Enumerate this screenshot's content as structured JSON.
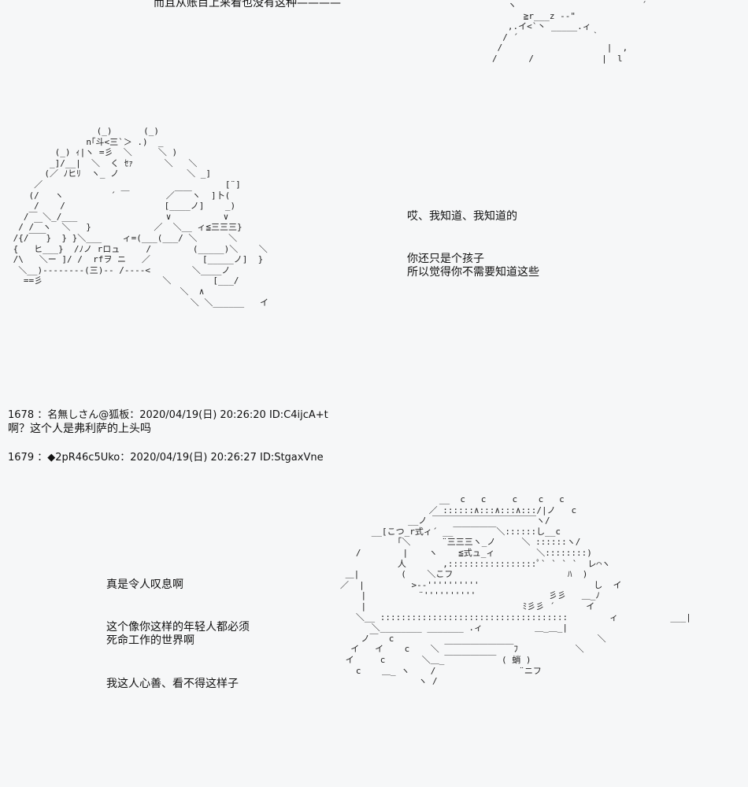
{
  "top_text": "而且从账目上来看也没有这种————",
  "dialogue_1": [
    "哎、我知道、我知道的"
  ],
  "dialogue_2": [
    "你还只是个孩子",
    "所以觉得你不需要知道这些"
  ],
  "post_1678": {
    "header": "1678 ：名無しさん@狐板：2020/04/19(日) 20:26:20 ID:C4ijcA+t",
    "body": "啊？这个人是弗利萨的上头吗"
  },
  "post_1679": {
    "header": "1679 ：◆2pR46c5Uko：2020/04/19(日) 20:26:27 ID:StgaxVne"
  },
  "dialogue_3": [
    "真是令人叹息啊"
  ],
  "dialogue_4": [
    "这个像你这样的年轻人都必须",
    "死命工作的世界啊"
  ],
  "dialogue_5": [
    "我这人心善、看不得这样子"
  ],
  "art_top_right": "   ヽ                        ´\n      ≧r___z --\"\n   ,.イ<`丶 _____.ィ\n  / ´              ｀\n /                    |  ,\n/      /             |  l",
  "art_middle_left": "                 (_)      (_)\n               n｢斗<三`＞ .)  _\n         (_) ｨ|ヽ =彡  ＼     ＼ )\n        _]/__|  ＼  く ｾｧ      ＼   ＼\n       (／ ﾉヒﾘ  ヽ_ ノ             ＼ _]\n     ／                                   [¨]\n    (/   ヽ         ´ ￣       ／￣￣ヽ  ]卜(\n     /    /                   [____ノ]    _)\n   /￣ ＼_/___                 ∨          ∨\n  / /￣ヽ  ＼   }            ／  ＼__ ィ≦三三三}\n /{/￣￣}  } }＼___    ィ=(___(___/ ＼      ＼\n {   ヒ___}  /ﾉノ rロュ     /        (_____)＼    ＼\n /\\   ＼ー ]/ /  rfヲ ニ   ／          [_____ノ]  }\n  ＼__)--------(三)-- /----<        ＼____ノ\n   ==彡                       ＼        [___/\n                                 ＼  ∧\n                                   ＼ ＼______   イ",
  "art_bottom_right": "                   __  c   c     c    c   c\n                 ／ ::::::∧:::∧:::∧:::/|ノ   c\n             __ノ ￣￣￣￣￣￣￣￣￣￣￣￣ヽ/\n      __[こつ_r式ィ´ __￣￣￣￣￣＼::::::し__c\n           ｢＼      ¨三三三ヽ_ノ     ＼ ::::::ヽ/\n   /        |    ヽ    ≦式ュ_ィ        ＼::::::::)\n           人       ,:::::::::::::::::ﾟ` ` ` `  レ⌒ヽ\n ＿|        (    ＼こフ                      ﾊ  )\n／  |         >‐-''''''''''                      し  イ\n    |          ¨''''''''''              彡彡   ＿_ﾉ\n    |                              ﾐ彡彡 ´      イ\n   ＼__ ::::::::::::::::::::::::::::::::::::        ィ          ___|\n      ＼________ _______ .ィ          ＿_＿_|\n    ノ￣  c                                       ＼\n  イ   イ    c    ＼ ￣￣￣￣￣￣￣￣ﾌ           ＼\n イ     c       ＼＿_￣￣￣￣￣￣ ( 蛸 )\n   c    ＿_ ヽ    /                ¨ニフ\n               ヽ /"
}
